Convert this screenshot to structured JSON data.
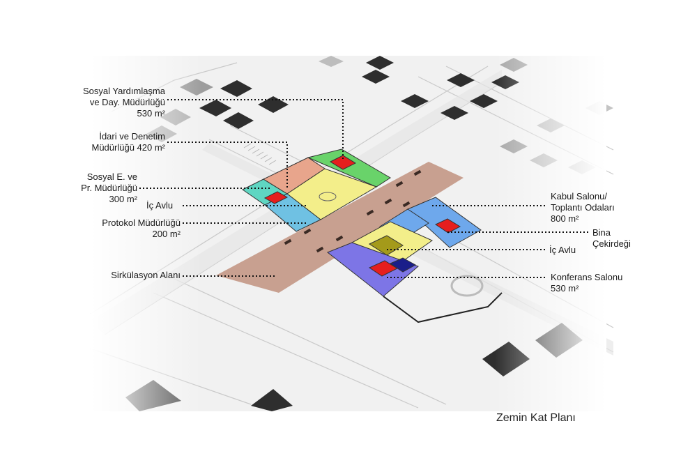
{
  "title": "Zemin Kat Planı",
  "labels": {
    "sosyal_yardim": {
      "line1": "Sosyal Yardımlaşma",
      "line2": "ve Day. Müdürlüğü",
      "area": "530 m²"
    },
    "idari": {
      "line1": "İdari ve Denetim",
      "line2": "Müdürlüğü 420 m²"
    },
    "sosyal_e": {
      "line1": "Sosyal E. ve",
      "line2": "Pr. Müdürlüğü",
      "area": "300 m²"
    },
    "ic_avlu_left": "İç Avlu",
    "protokol": {
      "line1": "Protokol Müdürlüğü",
      "area": "200 m²"
    },
    "sirkulasyon": "Sirkülasyon Alanı",
    "kabul": {
      "line1": "Kabul Salonu/",
      "line2": "Toplantı Odaları",
      "area": "800 m²"
    },
    "bina": {
      "line1": "Bina",
      "line2": "Çekirdeği"
    },
    "ic_avlu_right": "İç Avlu",
    "konferans": {
      "line1": "Konferans Salonu",
      "area": "530 m²"
    }
  },
  "zone_colors": {
    "sosyal_yardim": "#69d36a",
    "idari": "#e8a58c",
    "sosyal_e": "#5fd6c2",
    "protokol": "#6fc1e3",
    "courtyard": "#f3ee8a",
    "sirkulasyon": "#c8a090",
    "kabul": "#6ea8ec",
    "konferans": "#7d75e6",
    "core": "#e61e1e",
    "courtyard_dark": "#a49a1a",
    "navy": "#1a1e8a"
  }
}
